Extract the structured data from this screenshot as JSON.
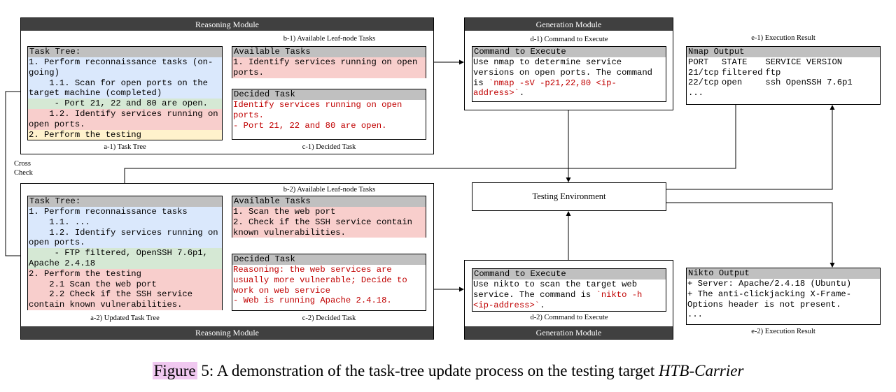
{
  "reasoning_top": {
    "title": "Reasoning Module",
    "task_tree": {
      "header": "Task Tree:",
      "lines": [
        {
          "text": "1. Perform reconnaissance tasks (on-going)",
          "bg": "blue"
        },
        {
          "text": "    1.1. Scan for open ports on the target machine (completed)",
          "bg": "blue"
        },
        {
          "text": "     - Port 21, 22 and 80 are open.",
          "bg": "green"
        },
        {
          "text": "    1.2. Identify services running on open ports.",
          "bg": "red"
        },
        {
          "text": "2. Perform the testing",
          "bg": "yellow"
        }
      ],
      "caption": "a-1) Task Tree"
    },
    "available": {
      "label_above": "b-1) Available Leaf-node Tasks",
      "header": "Available Tasks",
      "lines": [
        {
          "text": "1. Identify services running on open ports.",
          "bg": "red"
        }
      ]
    },
    "decided": {
      "header": "Decided Task",
      "lines": [
        "Identify services running on open ports.",
        "- Port 21, 22 and 80 are open."
      ],
      "caption": "c-1) Decided Task"
    }
  },
  "reasoning_bottom": {
    "title": "Reasoning Module",
    "task_tree": {
      "header": "Task Tree:",
      "lines": [
        {
          "text": "1. Perform reconnaissance tasks",
          "bg": "blue"
        },
        {
          "text": "    1.1. ...",
          "bg": "blue"
        },
        {
          "text": "    1.2. Identify services running on open ports.",
          "bg": "blue"
        },
        {
          "text": "     - FTP filtered, OpenSSH 7.6p1, Apache 2.4.18",
          "bg": "green"
        },
        {
          "text": "2. Perform the testing",
          "bg": "red"
        },
        {
          "text": "    2.1 Scan the web port",
          "bg": "red"
        },
        {
          "text": "    2.2 Check if the SSH service contain known vulnerabilities.",
          "bg": "red"
        }
      ],
      "caption": "a-2) Updated Task Tree"
    },
    "available": {
      "label_above": "b-2) Available Leaf-node Tasks",
      "header": "Available Tasks",
      "lines": [
        {
          "text": "1. Scan the web port",
          "bg": "red"
        },
        {
          "text": "2. Check if the SSH service contain known vulnerabilities.",
          "bg": "red"
        }
      ]
    },
    "decided": {
      "header": "Decided Task",
      "lines": [
        "Reasoning: the web services are usually more vulnerable; Decide to work on web service",
        "- Web is running Apache 2.4.18."
      ],
      "caption": "c-2) Decided Task"
    }
  },
  "cross_check": [
    "Cross",
    "Check"
  ],
  "generation_top": {
    "title": "Generation Module",
    "label_above": "d-1) Command to Execute",
    "header": "Command to Execute",
    "text_before": "Use nmap to determine service versions on open ports. The command is ",
    "command": "`nmap -sV -p21,22,80 <ip-address>`",
    "text_after": "."
  },
  "generation_bottom": {
    "title": "Generation Module",
    "caption": "d-2) Command to Execute",
    "header": "Command to Execute",
    "text_before": "Use nikto to scan the target web service. The command is ",
    "command": "`nikto -h <ip-address>`",
    "text_after": "."
  },
  "testing_environment": "Testing Environment",
  "result_top": {
    "label_above": "e-1) Execution Result",
    "header": "Nmap Output",
    "rows": [
      [
        "PORT",
        "STATE",
        "SERVICE VERSION"
      ],
      [
        "21/tcp",
        "filtered",
        "ftp"
      ],
      [
        "22/tcp",
        "open",
        "ssh  OpenSSH 7.6p1"
      ],
      [
        "...",
        "",
        ""
      ]
    ]
  },
  "result_bottom": {
    "caption": "e-2) Execution Result",
    "header": "Nikto Output",
    "lines": [
      "+ Server: Apache/2.4.18 (Ubuntu)",
      "+ The anti-clickjacking X-Frame-Options header is not present.",
      "..."
    ]
  },
  "figure_caption": {
    "label": "Figure",
    "number": " 5",
    "text": ": A demonstration of the task-tree update process on the testing target ",
    "target": "HTB-Carrier"
  }
}
